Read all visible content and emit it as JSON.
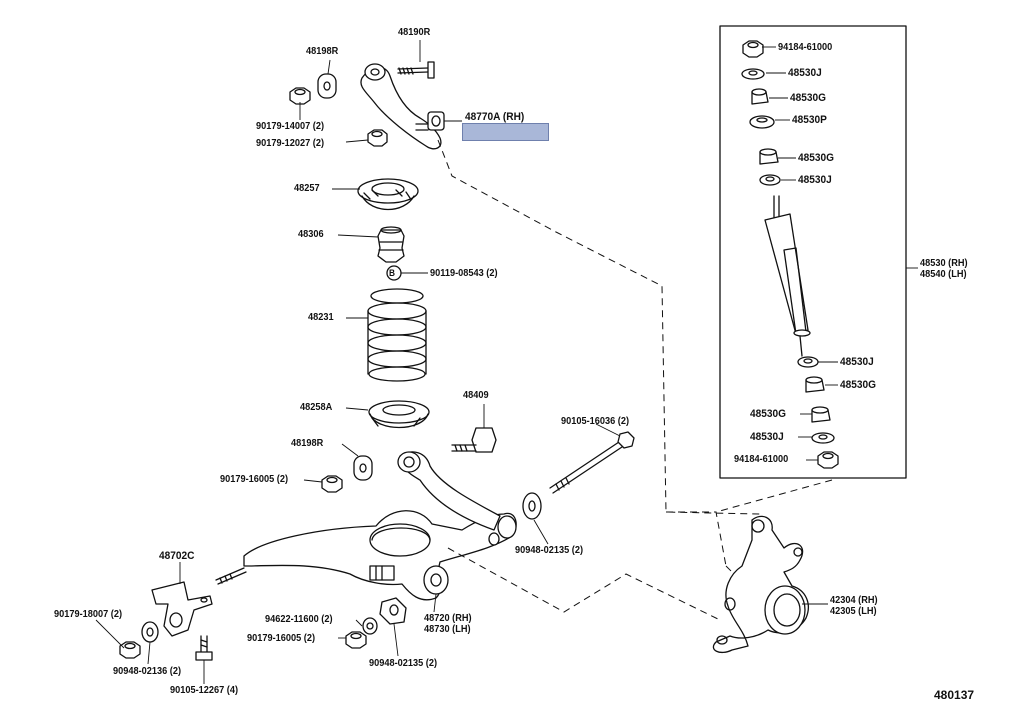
{
  "parts": {
    "p48190R": "48190R",
    "p48198R_top": "48198R",
    "p90179_14007": "90179-14007 (2)",
    "p90179_12027": "90179-12027 (2)",
    "p48770A": "48770A (RH)",
    "p48257": "48257",
    "p48306": "48306",
    "p90119_08543": "90119-08543 (2)",
    "p48231": "48231",
    "p48258A": "48258A",
    "p48409": "48409",
    "p48198R_mid": "48198R",
    "p90179_16005_a": "90179-16005 (2)",
    "p90105_16036": "90105-16036 (2)",
    "p90948_02135_a": "90948-02135 (2)",
    "p48702C": "48702C",
    "p90179_18007": "90179-18007 (2)",
    "p90948_02136": "90948-02136 (2)",
    "p90105_12267": "90105-12267 (4)",
    "p94622_11600": "94622-11600 (2)",
    "p90179_16005_b": "90179-16005 (2)",
    "p90948_02135_b": "90948-02135 (2)",
    "p48720": "48720 (RH)",
    "p48730": "48730 (LH)",
    "p42304": "42304 (RH)",
    "p42305": "42305 (LH)",
    "p94184_61000_top": "94184-61000",
    "p48530J_1": "48530J",
    "p48530G_1": "48530G",
    "p48530P": "48530P",
    "p48530G_2": "48530G",
    "p48530J_2": "48530J",
    "p48530RH": "48530 (RH)",
    "p48540LH": "48540 (LH)",
    "p48530J_3": "48530J",
    "p48530G_3": "48530G",
    "p48530G_4": "48530G",
    "p48530J_4": "48530J",
    "p94184_61000_bot": "94184-61000",
    "bolt_marker": "B"
  },
  "figure_id": "480137",
  "colors": {
    "line": "#111111",
    "highlight": "#a9b7d8"
  }
}
